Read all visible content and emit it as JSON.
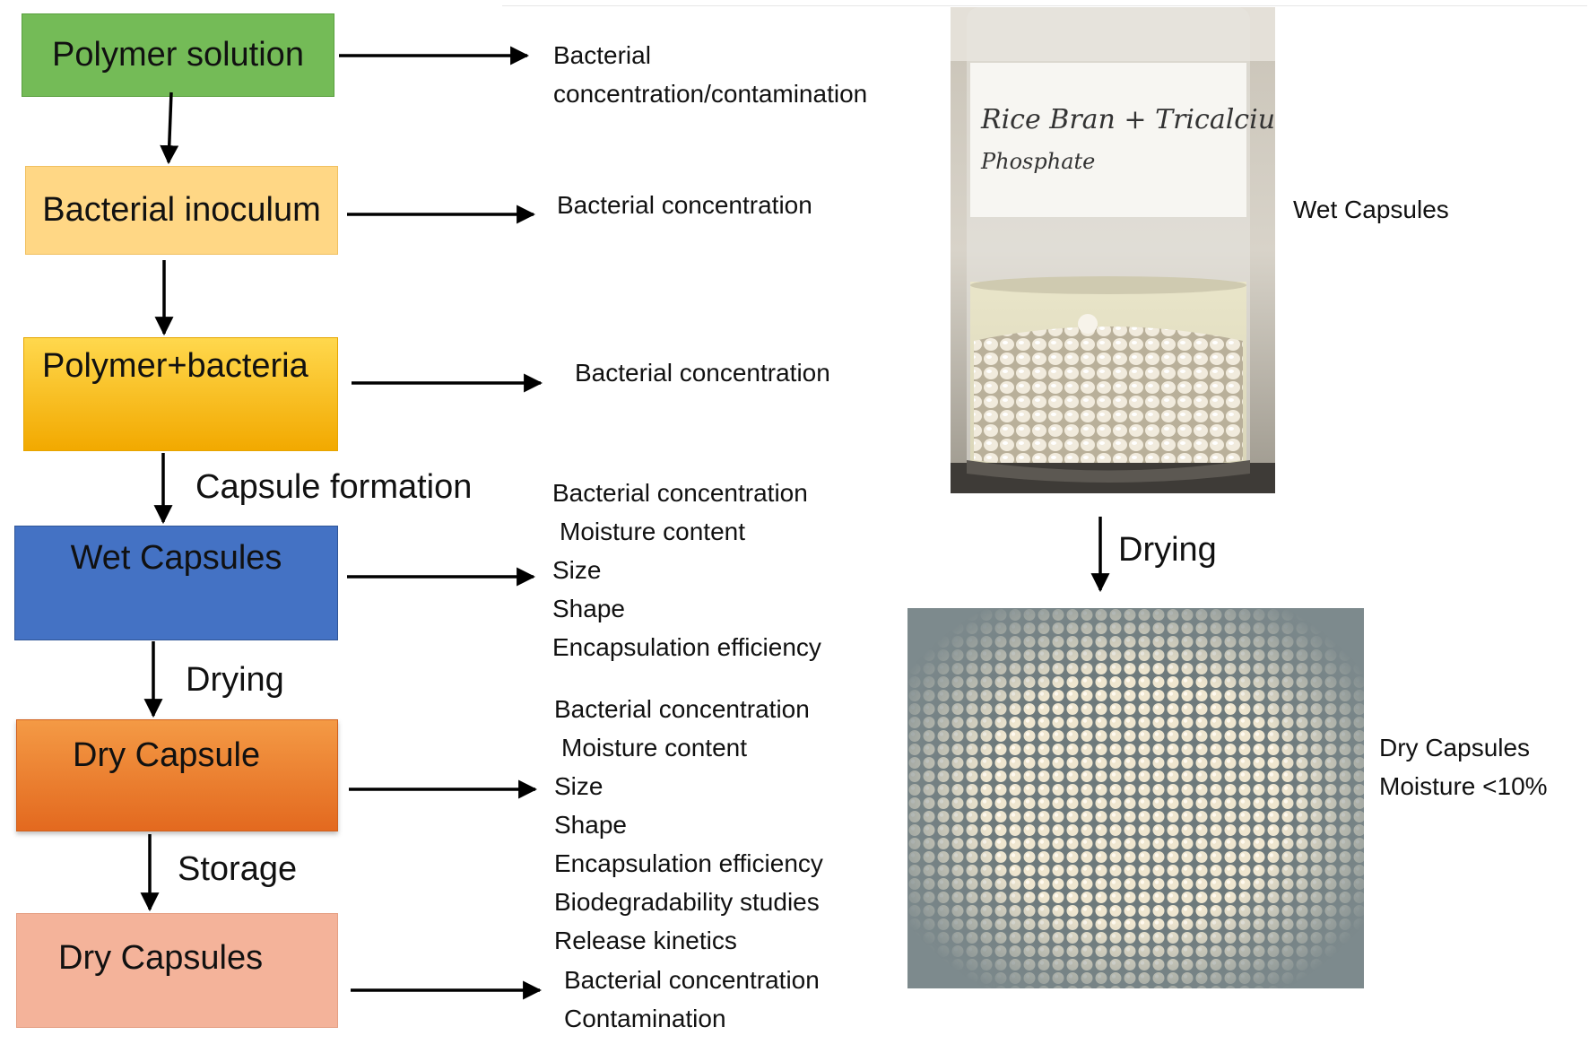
{
  "flow": {
    "boxes": [
      {
        "label": "Polymer solution",
        "color": "#74bb57"
      },
      {
        "label": "Bacterial inoculum",
        "color": "#ffd785"
      },
      {
        "label": "Polymer+bacteria",
        "color": "#f9c21a"
      },
      {
        "label": "Wet Capsules",
        "color": "#4472c4"
      },
      {
        "label": "Dry Capsule",
        "color": "#ec7d31"
      },
      {
        "label": "Dry Capsules",
        "color": "#f4b39a"
      }
    ],
    "steps": [
      "Capsule formation",
      "Drying",
      "Storage"
    ]
  },
  "parameters": {
    "polymer_solution": [
      "Bacterial",
      "concentration/contamination"
    ],
    "bacterial_inoculum": [
      "Bacterial concentration"
    ],
    "polymer_bacteria": [
      "Bacterial concentration"
    ],
    "wet_capsules": [
      "Bacterial concentration",
      "Moisture content",
      "Size",
      "Shape",
      "Encapsulation efficiency"
    ],
    "dry_capsule": [
      "Bacterial concentration",
      "Moisture content",
      "Size",
      "Shape",
      "Encapsulation efficiency",
      "Biodegradability studies",
      "Release kinetics"
    ],
    "dry_capsules": [
      "Bacterial concentration",
      "Contamination"
    ]
  },
  "photos": {
    "jar_label": [
      "Rice Bran + Tricalcium",
      "Phosphate"
    ],
    "wet_caption": "Wet Capsules",
    "drying_label": "Drying",
    "dry_caption": [
      "Dry Capsules",
      "Moisture <10%"
    ]
  }
}
